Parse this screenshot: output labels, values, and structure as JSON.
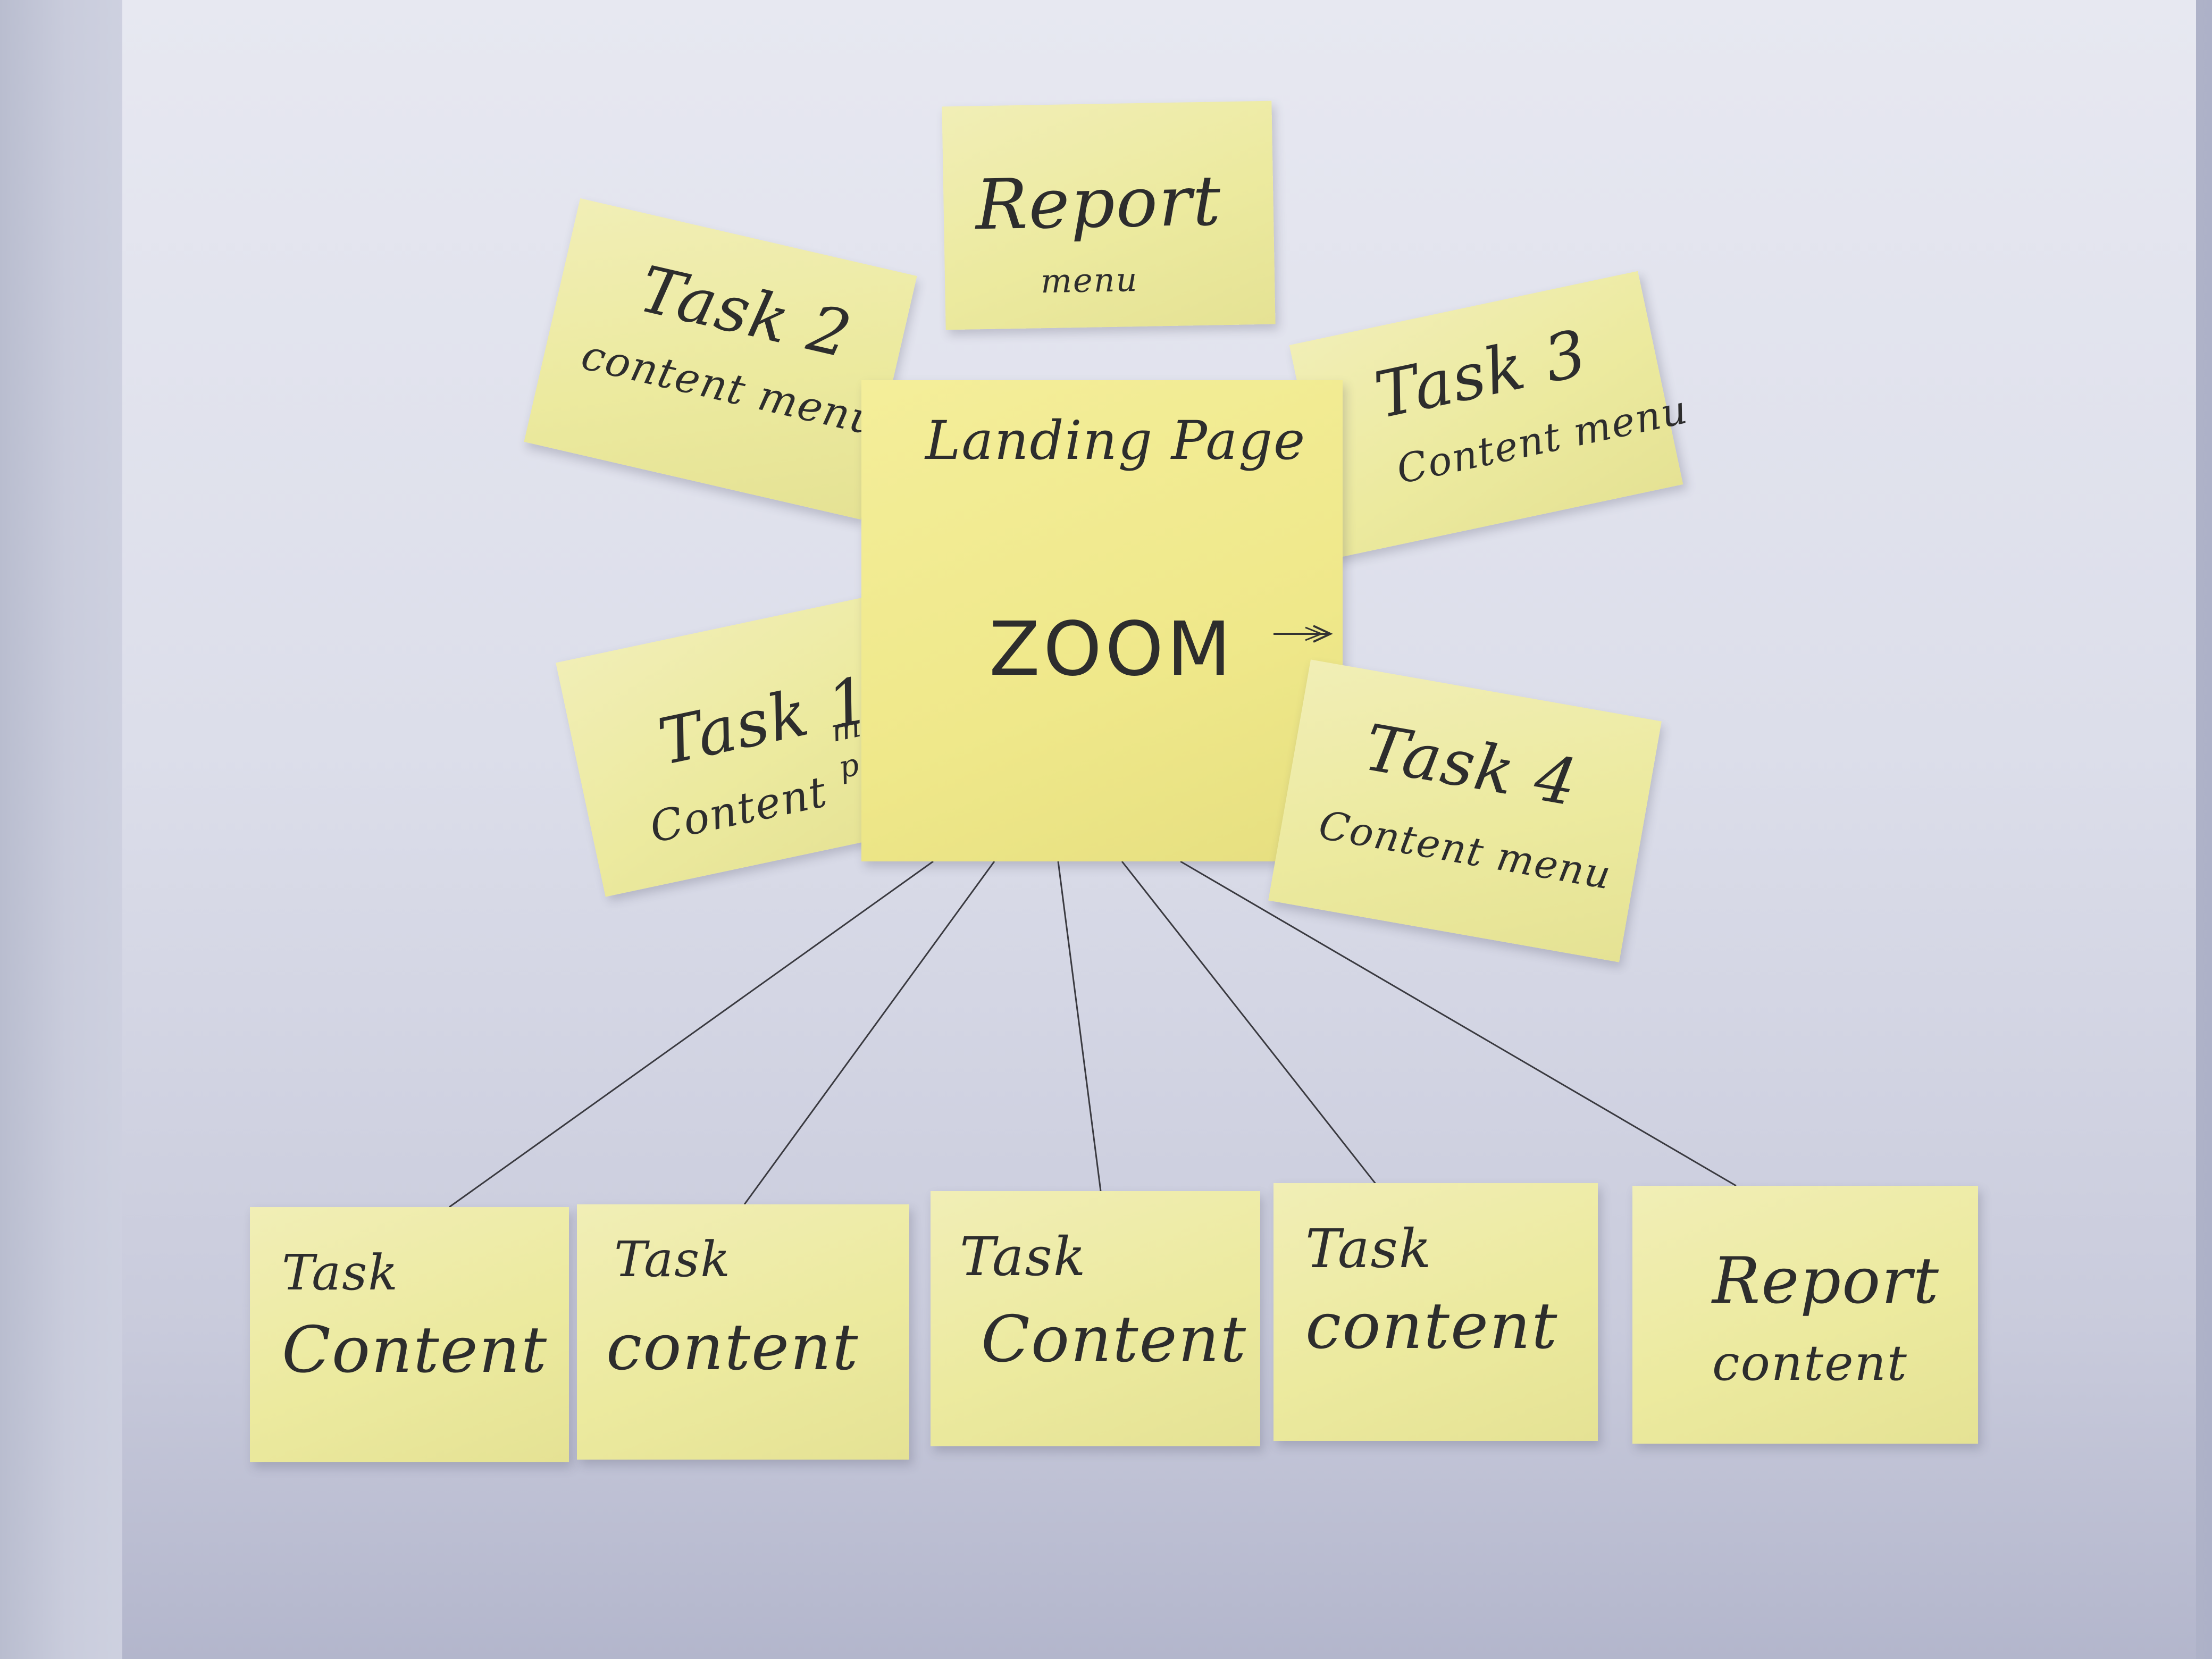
{
  "landing": {
    "title": "Landing Page",
    "zoom": "ZOOM"
  },
  "report_menu": {
    "title": "Report",
    "sub": "menu"
  },
  "task2": {
    "title": "Task 2",
    "sub": "content menu"
  },
  "task3": {
    "title": "Task 3",
    "sub": "Content menu"
  },
  "task1": {
    "title": "Task 1",
    "sub": "Content",
    "extra_top": "menu",
    "extra_bottom": "page"
  },
  "task4": {
    "title": "Task 4",
    "sub": "Content menu"
  },
  "content_notes": [
    {
      "line1": "Task",
      "line2": "Content"
    },
    {
      "line1": "Task",
      "line2": "content"
    },
    {
      "line1": "Task",
      "line2": "Content"
    },
    {
      "line1": "Task",
      "line2": "content"
    },
    {
      "line1": "Report",
      "line2": "content"
    }
  ],
  "colors": {
    "note": "#eeeaa4",
    "landing_note": "#f1ea8e",
    "ink": "#2d2d2d",
    "paper": "#dfe0ec"
  }
}
